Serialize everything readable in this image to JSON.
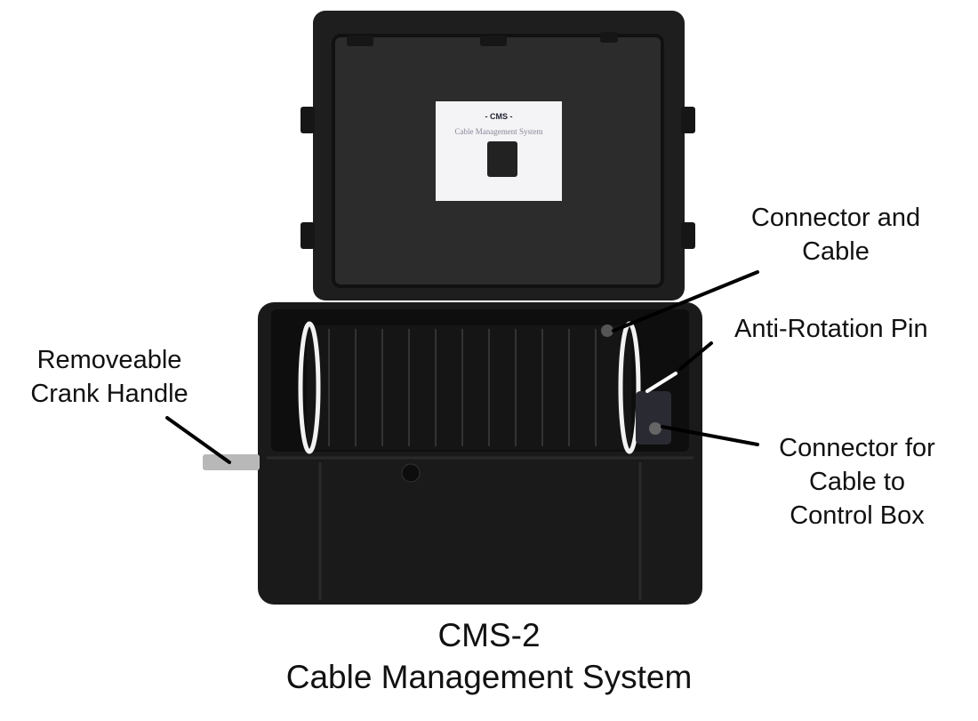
{
  "labels": {
    "connector_cable": [
      "Connector and",
      "Cable"
    ],
    "anti_rotation": "Anti-Rotation Pin",
    "crank_handle": [
      "Removeable",
      "Crank Handle"
    ],
    "connector_control": [
      "Connector for",
      "Cable to",
      "Control Box"
    ]
  },
  "caption": {
    "line1": "CMS-2",
    "line2": "Cable Management System"
  },
  "lid_sheet": {
    "title": "- CMS -",
    "subtitle": "Cable Management System"
  },
  "colors": {
    "case": "#1c1c1c",
    "background": "#ffffff",
    "reel_flange": "#f2f2f2"
  }
}
